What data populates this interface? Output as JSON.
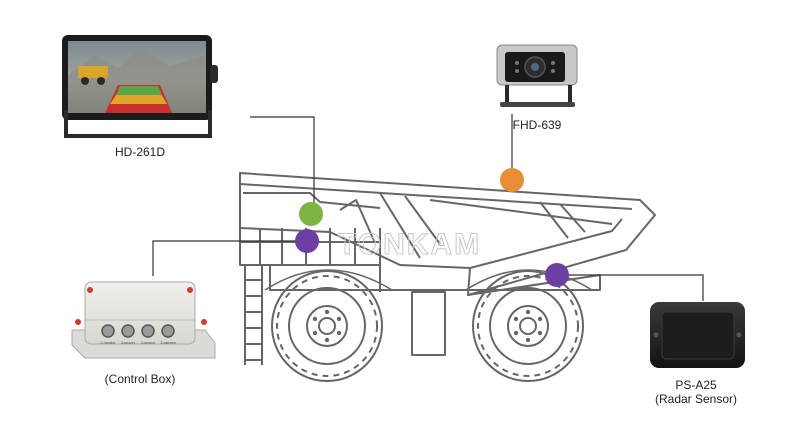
{
  "colors": {
    "line": "#333333",
    "truck_outline": "#666666",
    "dot_orange": "#E98E36",
    "dot_green": "#7CB342",
    "dot_purple": "#6E3FA3"
  },
  "watermark": "TONKAM",
  "components": {
    "monitor": {
      "label": "HD-261D",
      "icon": "monitor-icon"
    },
    "camera": {
      "label": "FHD-639",
      "icon": "camera-icon"
    },
    "control_box": {
      "label": "(Control Box)",
      "icon": "control-box-icon",
      "ports": [
        "2-monitor",
        "3-buzzer",
        "2-sensor",
        "3-camera"
      ]
    },
    "radar": {
      "label_line1": "PS-A25",
      "label_line2": "(Radar Sensor)",
      "icon": "radar-sensor-icon"
    }
  }
}
